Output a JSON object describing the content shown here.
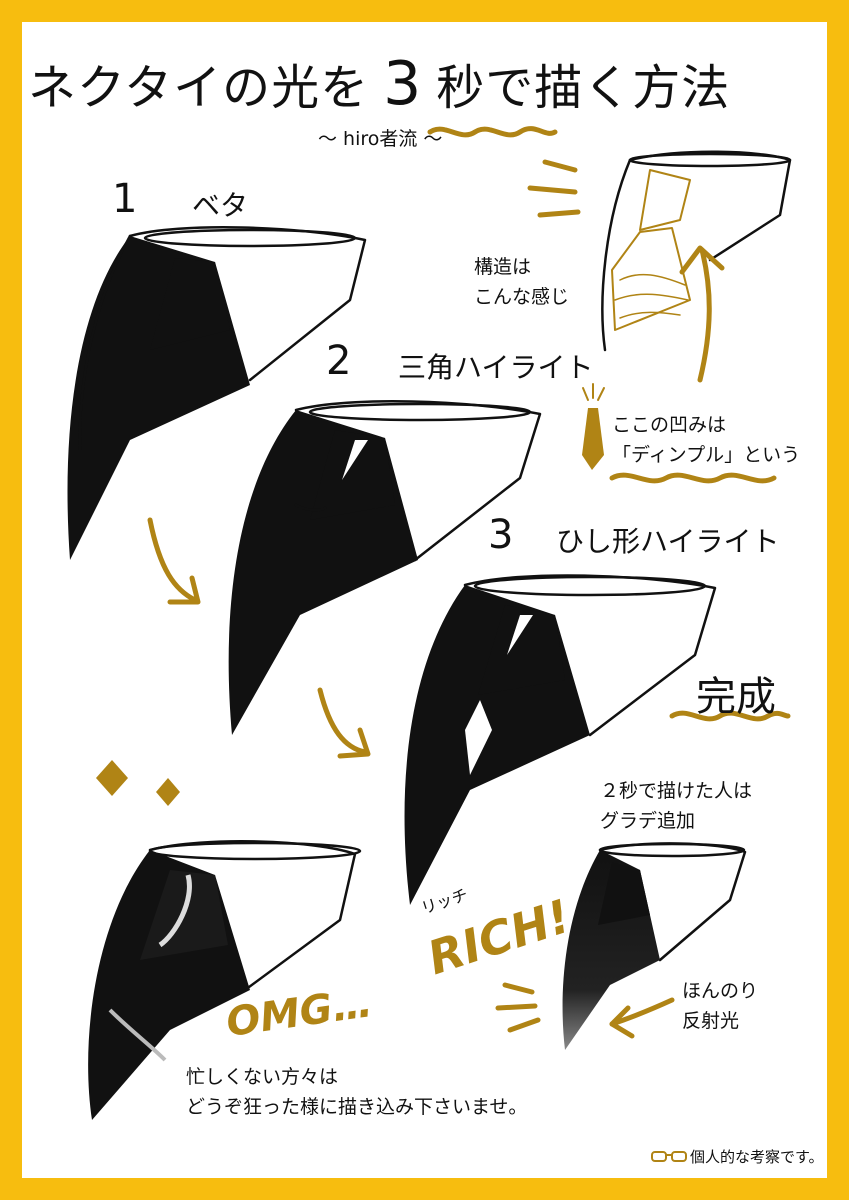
{
  "accent_color": "#f7bd0f",
  "ink_color": "#b08415",
  "title": {
    "main": "ネクタイの光を",
    "number": "3",
    "end": "秒で描く方法"
  },
  "subtitle": "〜 hiro者流 〜",
  "steps": [
    {
      "num": "1",
      "label": "ベタ"
    },
    {
      "num": "2",
      "label": "三角ハイライト"
    },
    {
      "num": "3",
      "label": "ひし形ハイライト"
    }
  ],
  "notes": {
    "structure": [
      "構造は",
      "こんな感じ"
    ],
    "dimple": [
      "ここの凹みは",
      "「ディンプル」という"
    ],
    "complete": "完成",
    "gradient": [
      "２秒で描けた人は",
      "グラデ追加"
    ],
    "reflection": [
      "ほんのり",
      "反射光"
    ],
    "busy": [
      "忙しくない方々は",
      "どうぞ狂った様に描き込み下さいませ。"
    ],
    "footer": "個人的な考察です。"
  },
  "doodles": {
    "omg": "OMG…",
    "rich": "RICH!",
    "rich_ruby": "リッチ"
  },
  "icons": [
    "arrow-down-right-icon",
    "arrow-up-icon",
    "arrow-left-icon",
    "sparkle-icon",
    "glasses-icon",
    "small-tie-icon"
  ]
}
